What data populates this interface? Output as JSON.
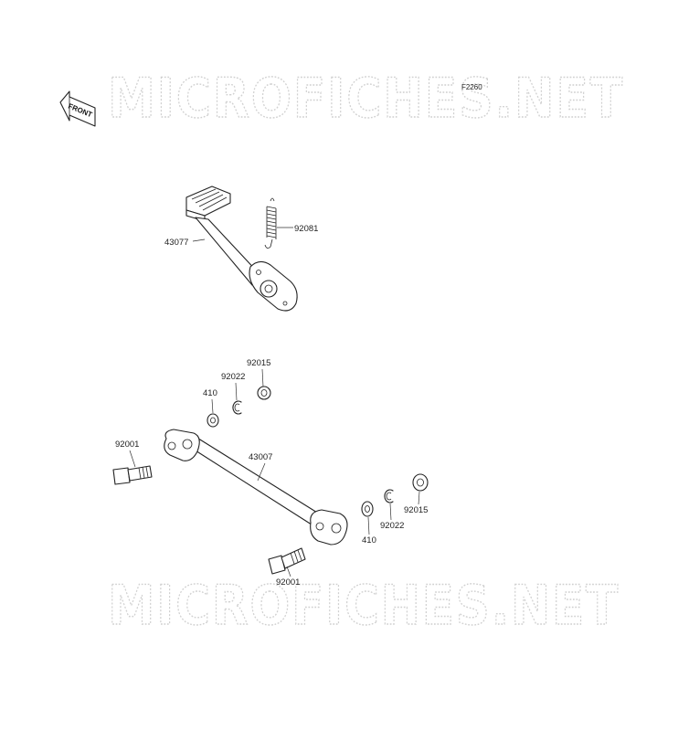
{
  "watermark": {
    "top": "MICROFICHES.NET",
    "bottom": "MICROFICHES.NET"
  },
  "diagram_code": "F2260",
  "front_label": "FRONT",
  "callouts": {
    "brake_pedal": "43077",
    "spring": "92081",
    "washer_upper": "410",
    "snap_ring_upper": "92022",
    "collar_upper": "92015",
    "bolt_left": "92001",
    "rod": "43007",
    "washer_lower": "410",
    "snap_ring_lower": "92022",
    "collar_lower": "92015",
    "bolt_bottom": "92001"
  }
}
